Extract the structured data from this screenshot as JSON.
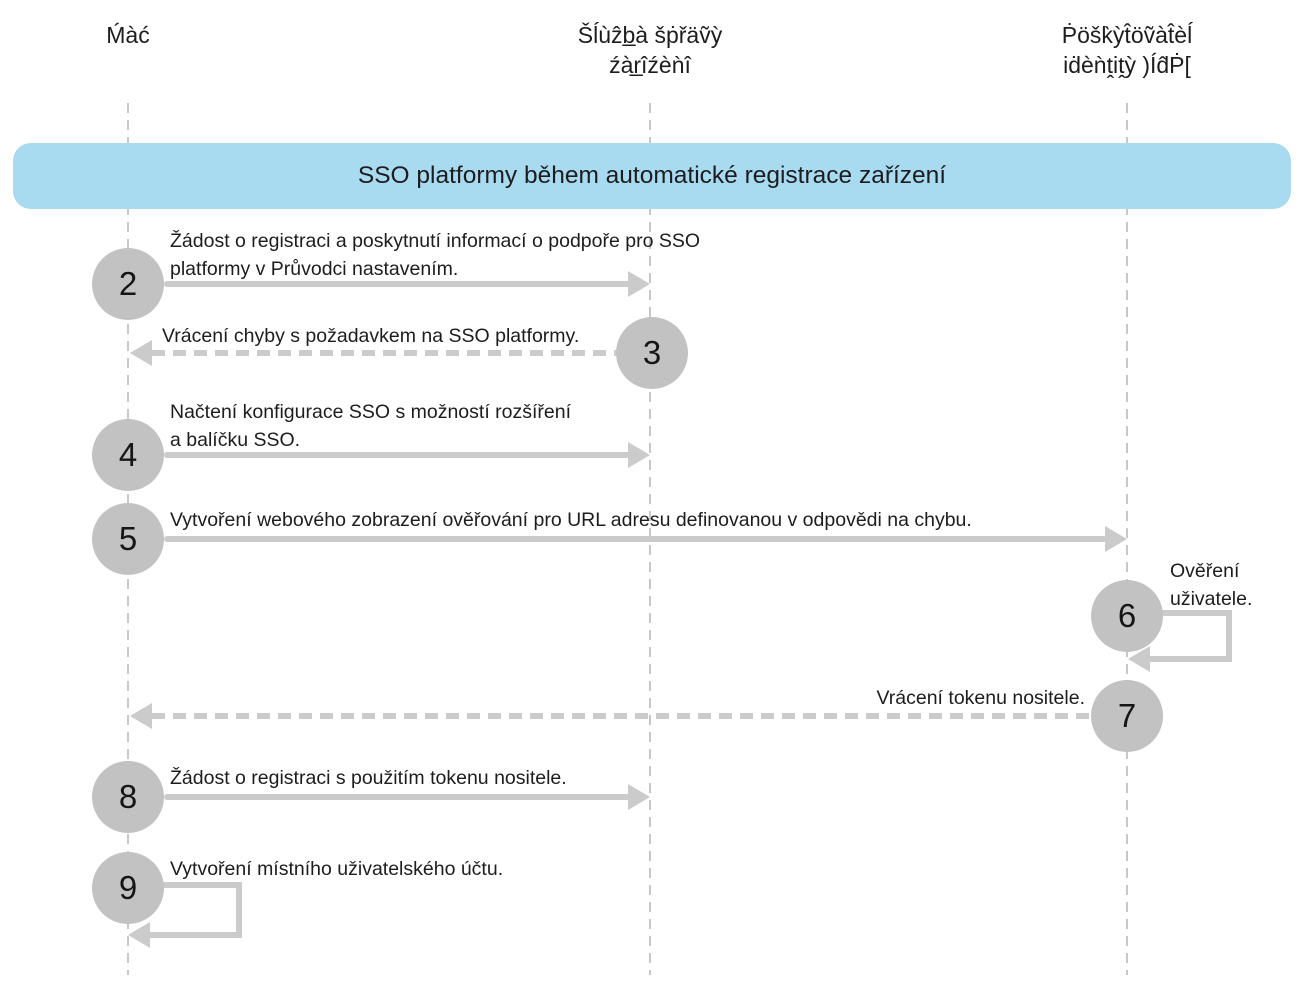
{
  "colors": {
    "banner_bg": "#a8daf0",
    "circle_fill": "#c2c2c2",
    "connector_gray": "#cbcbcb",
    "lifeline_gray": "#c8c8c8",
    "text": "#1d1d1f"
  },
  "actors": [
    {
      "line1": "Ḿàć",
      "line2": ""
    },
    {
      "line1": "Šĺùẑb̲à šṗřäṽỳ",
      "line2": "źàr̲îźèǹî"
    },
    {
      "line1": "Ṗöšk̀ỳt̂öṽàt̂èĺ",
      "line2": "iḋèǹṱiṱỳ )Íd̂Ṗ["
    }
  ],
  "banner": {
    "title": "SSO platformy během automatické registrace zařízení"
  },
  "steps": [
    {
      "number": "2",
      "lines": [
        "Žádost o registraci a poskytnutí informací o podpoře pro SSO",
        "platformy v Průvodci nastavením."
      ]
    },
    {
      "number": "3",
      "lines": [
        "Vrácení chyby s požadavkem na SSO platformy."
      ]
    },
    {
      "number": "4",
      "lines": [
        "Načtení konfigurace SSO s možností rozšíření",
        "a balíčku SSO."
      ]
    },
    {
      "number": "5",
      "lines": [
        "Vytvoření webového zobrazení ověřování pro URL adresu definovanou v odpovědi na chybu."
      ]
    },
    {
      "number": "6",
      "lines": [
        "Ověření",
        "uživatele."
      ]
    },
    {
      "number": "7",
      "lines": [
        "Vrácení tokenu nositele."
      ]
    },
    {
      "number": "8",
      "lines": [
        "Žádost o registraci s použitím tokenu nositele."
      ]
    },
    {
      "number": "9",
      "lines": [
        "Vytvoření místního uživatelského účtu."
      ]
    }
  ]
}
